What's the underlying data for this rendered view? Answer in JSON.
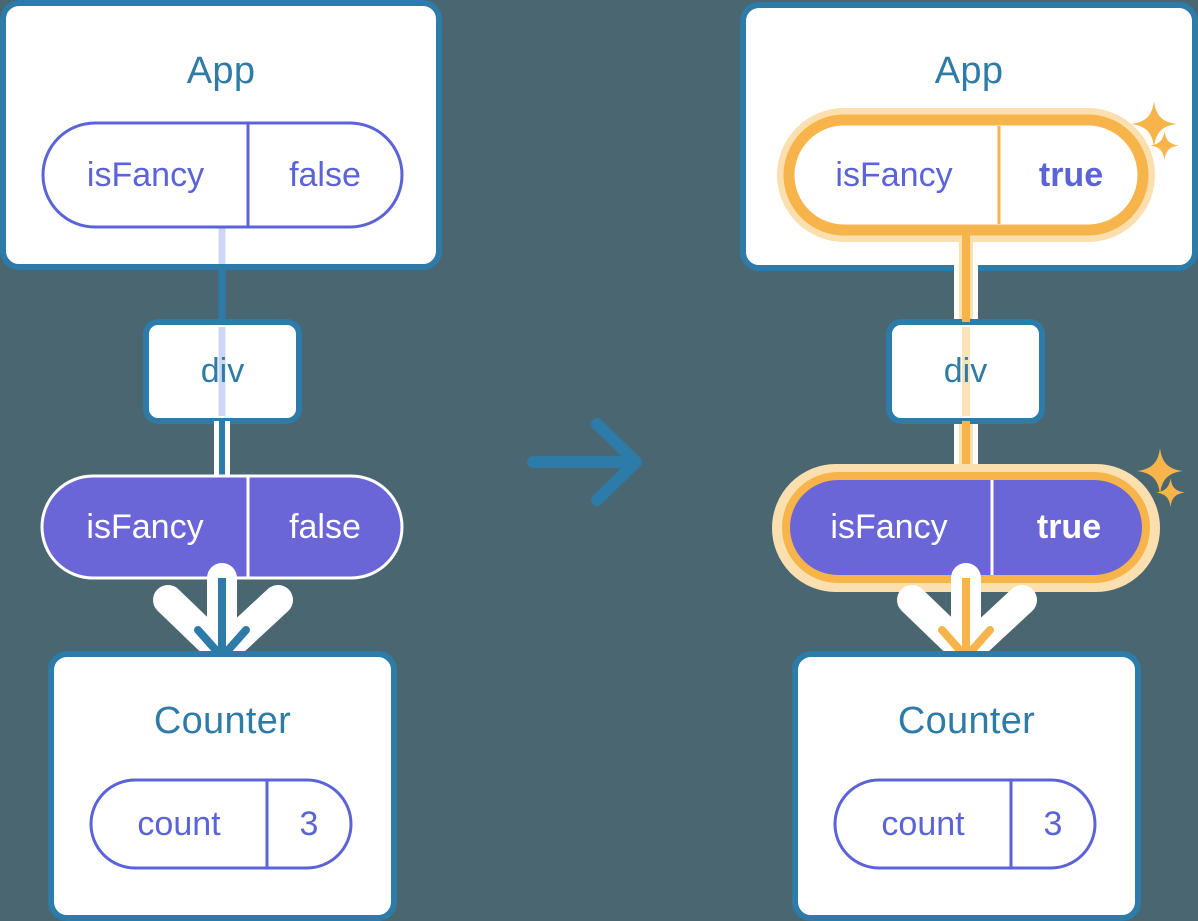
{
  "background_color": "#4a6670",
  "palette": {
    "card_border": "#2d7ba8",
    "card_fill": "#ffffff",
    "title_text": "#2f7ba8",
    "pill_outline": "#5b63d8",
    "pill_solid_fill": "#6b66d8",
    "pill_solid_text": "#ffffff",
    "highlight_ring": "#f6b44a",
    "highlight_glow": "#fcdfae",
    "arrow_blue": "#2d7ba8",
    "arrow_orange": "#f6b44a",
    "connector_inactive": "#cdd6f4",
    "connector_active": "#f6b44a",
    "halo_white": "#ffffff"
  },
  "transition_arrow": {
    "icon": "arrow-right-icon",
    "color": "#2d7ba8",
    "direction": "right"
  },
  "panels": [
    {
      "id": "before",
      "side": "left",
      "app_card": {
        "title": "App",
        "pill": {
          "style": "outline",
          "name": "isFancy",
          "value": "false",
          "highlighted": false,
          "value_bold": false
        }
      },
      "div_node": {
        "label": "div"
      },
      "props_pill": {
        "style": "solid",
        "name": "isFancy",
        "value": "false",
        "highlighted": false,
        "value_bold": false
      },
      "counter_card": {
        "title": "Counter",
        "pill": {
          "style": "outline",
          "name": "count",
          "value": "3",
          "highlighted": false,
          "value_bold": false
        }
      },
      "flow_arrow_color": "#2d7ba8",
      "sparkles": []
    },
    {
      "id": "after",
      "side": "right",
      "app_card": {
        "title": "App",
        "pill": {
          "style": "outline",
          "name": "isFancy",
          "value": "true",
          "highlighted": true,
          "value_bold": true
        }
      },
      "div_node": {
        "label": "div"
      },
      "props_pill": {
        "style": "solid",
        "name": "isFancy",
        "value": "true",
        "highlighted": true,
        "value_bold": true
      },
      "counter_card": {
        "title": "Counter",
        "pill": {
          "style": "outline",
          "name": "count",
          "value": "3",
          "highlighted": false,
          "value_bold": false
        }
      },
      "flow_arrow_color": "#f6b44a",
      "sparkles": [
        {
          "name": "sparkle-large",
          "size": "large"
        },
        {
          "name": "sparkle-small",
          "size": "small"
        }
      ]
    }
  ]
}
